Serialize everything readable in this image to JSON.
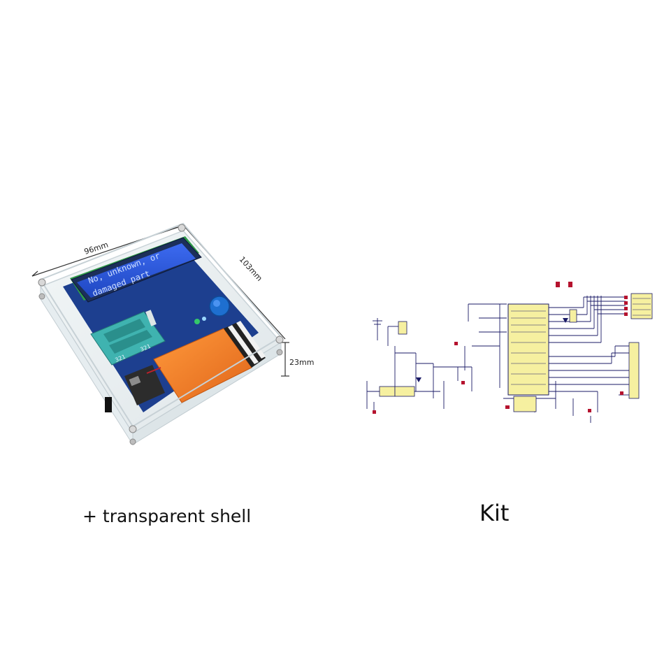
{
  "device": {
    "dim_width": "96mm",
    "dim_depth": "103mm",
    "dim_height": "23mm",
    "lcd_line1": "No, unknown, or",
    "lcd_line2": "damaged part",
    "socket_pins_left": "321",
    "socket_pins_right": "321"
  },
  "captions": {
    "left": "+ transparent shell",
    "right": "Kit"
  },
  "colors": {
    "lcd_blue": "#2b55d6",
    "battery_orange": "#f07a1e",
    "pcb_blue": "#1d3f8f",
    "socket_teal": "#3fb3b0",
    "schematic_yellow": "#f6f0a0",
    "schematic_line": "#1a1a66",
    "schematic_red": "#b5122e"
  }
}
